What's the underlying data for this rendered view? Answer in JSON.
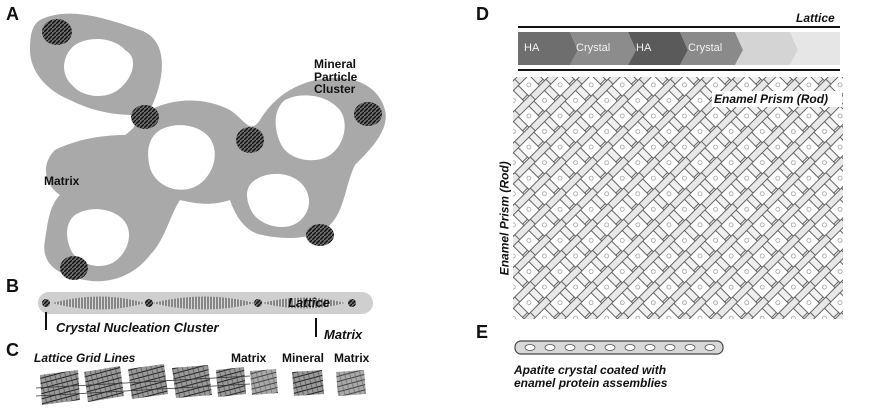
{
  "panels": {
    "A": {
      "letter": "A",
      "mineral_cluster_label": "Mineral Particle Cluster",
      "mineral_lines": [
        "Mineral",
        "Particle",
        "Cluster"
      ],
      "matrix_label": "Matrix"
    },
    "B": {
      "letter": "B",
      "lattice_label": "Lattice",
      "nucleation_label": "Crystal Nucleation Cluster",
      "matrix_label": "Matrix"
    },
    "C": {
      "letter": "C",
      "grid_lines_label": "Lattice Grid Lines",
      "matrix_label_1": "Matrix",
      "mineral_label": "Mineral",
      "matrix_label_2": "Matrix"
    },
    "D": {
      "letter": "D",
      "lattice_label": "Lattice",
      "bar_segments": [
        "HA",
        "Crystal",
        "HA",
        "Crystal"
      ],
      "prism_label_top": "Enamel Prism (Rod)",
      "prism_label_side": "Enamel Prism (Rod)"
    },
    "E": {
      "letter": "E",
      "caption": "Apatite crystal coated with enamel protein assemblies",
      "caption_lines": [
        "Apatite crystal coated with",
        "enamel protein assemblies"
      ]
    }
  },
  "colors": {
    "matrix_gray": "#a9a9a9",
    "ink": "#111111",
    "bar_dark": "#5a5a5a",
    "bar_mid": "#8c8c8c",
    "bar_light": "#d4d4d4"
  }
}
